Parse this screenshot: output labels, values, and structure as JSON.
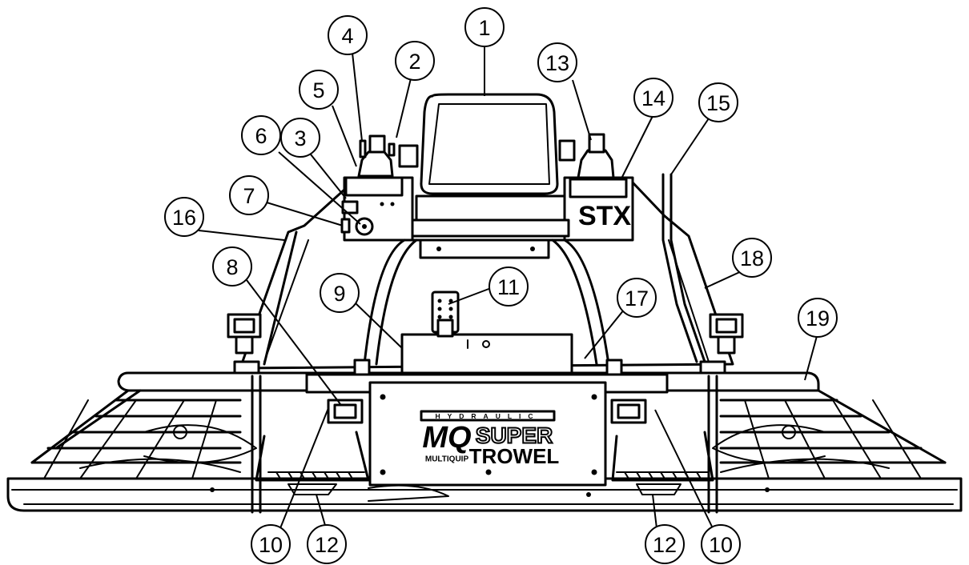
{
  "callouts": [
    "1",
    "2",
    "3",
    "4",
    "5",
    "6",
    "7",
    "8",
    "9",
    "10",
    "10",
    "11",
    "12",
    "12",
    "13",
    "14",
    "15",
    "16",
    "17",
    "18",
    "19"
  ],
  "decals": {
    "model": "STX",
    "hydraulic": "HYDRAULIC",
    "logo": "MQ",
    "brand": "MULTIQUIP",
    "product_line1": "SUPER",
    "product_line2": "TROWEL"
  }
}
